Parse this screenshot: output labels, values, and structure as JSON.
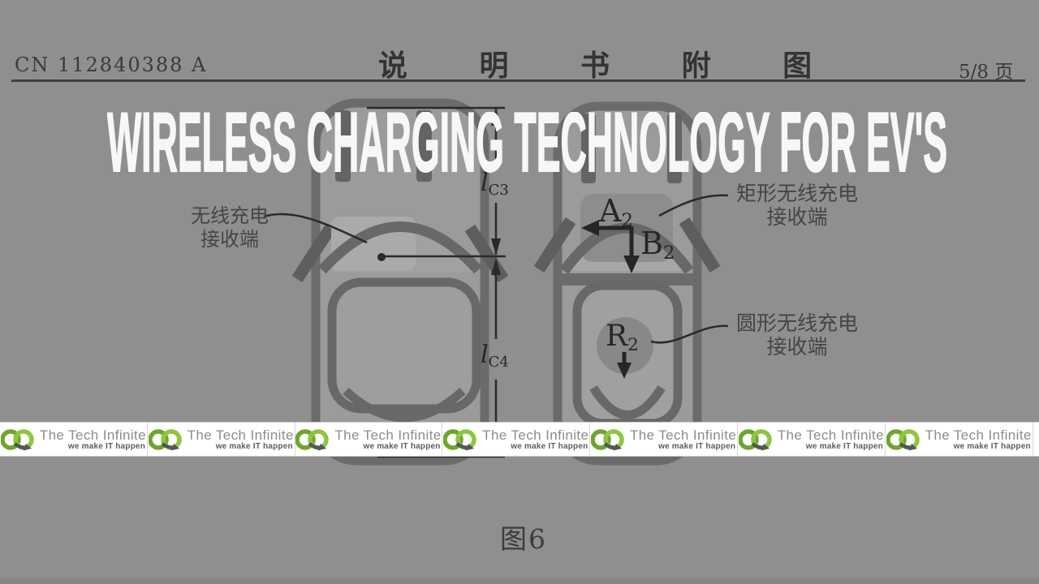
{
  "colors": {
    "background": "#8f8f8f",
    "ink": "#2a2a2a",
    "car_outline": "#6b6b6b",
    "overlay_title": "#f7f7f7",
    "banner_background": "#ffffff",
    "logo_green_dark": "#6fa52f",
    "logo_green_light": "#8dc63f",
    "logo_arrow_gray": "#54565a"
  },
  "header": {
    "patent_number": "CN 112840388 A",
    "doc_title": "说 明 书 附 图",
    "page": "5/8 页"
  },
  "overlay": {
    "title": "WIRELESS CHARGING TECHNOLOGY FOR EV'S"
  },
  "diagram": {
    "figure_caption": "图6",
    "left_car": {
      "receiver_label_line1": "无线充电",
      "receiver_label_line2": "接收端",
      "dim_top": {
        "base": "l",
        "sub": "C3"
      },
      "dim_bottom": {
        "base": "l",
        "sub": "C4"
      }
    },
    "right_car": {
      "rect_label_line1": "矩形无线充电",
      "rect_label_line2": "接收端",
      "circle_label_line1": "圆形无线充电",
      "circle_label_line2": "接收端",
      "dim_a": {
        "base": "A",
        "sub": "2"
      },
      "dim_b": {
        "base": "B",
        "sub": "2"
      },
      "dim_r": {
        "base": "R",
        "sub": "2"
      }
    }
  },
  "banner": {
    "brand": "The Tech Infinite",
    "tagline": "we make IT happen",
    "repeat_count": 7
  }
}
